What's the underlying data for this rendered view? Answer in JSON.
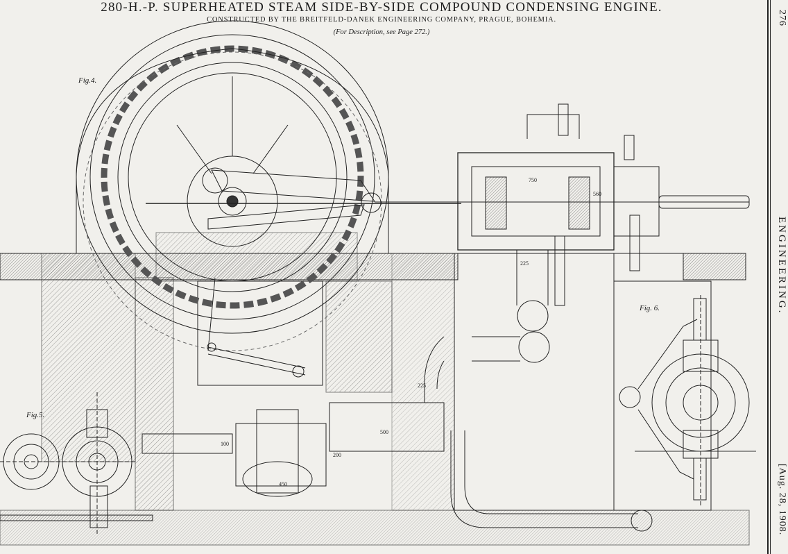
{
  "header": {
    "title": "280-H.-P. SUPERHEATED STEAM SIDE-BY-SIDE COMPOUND CONDENSING ENGINE.",
    "subtitle": "CONSTRUCTED BY THE BREITFELD-DANEK ENGINEERING COMPANY, PRAGUE, BOHEMIA.",
    "description_ref": "(For Description, see Page 272.)"
  },
  "margin": {
    "page_number": "276",
    "journal": "ENGINEERING.",
    "date": "[Aug. 28, 1908."
  },
  "figures": {
    "fig4": "Fig.4.",
    "fig5": "Fig.5.",
    "fig6": "Fig. 6."
  },
  "dimensions": [
    "750",
    "560",
    "225",
    "225",
    "500",
    "450",
    "200",
    "100"
  ]
}
